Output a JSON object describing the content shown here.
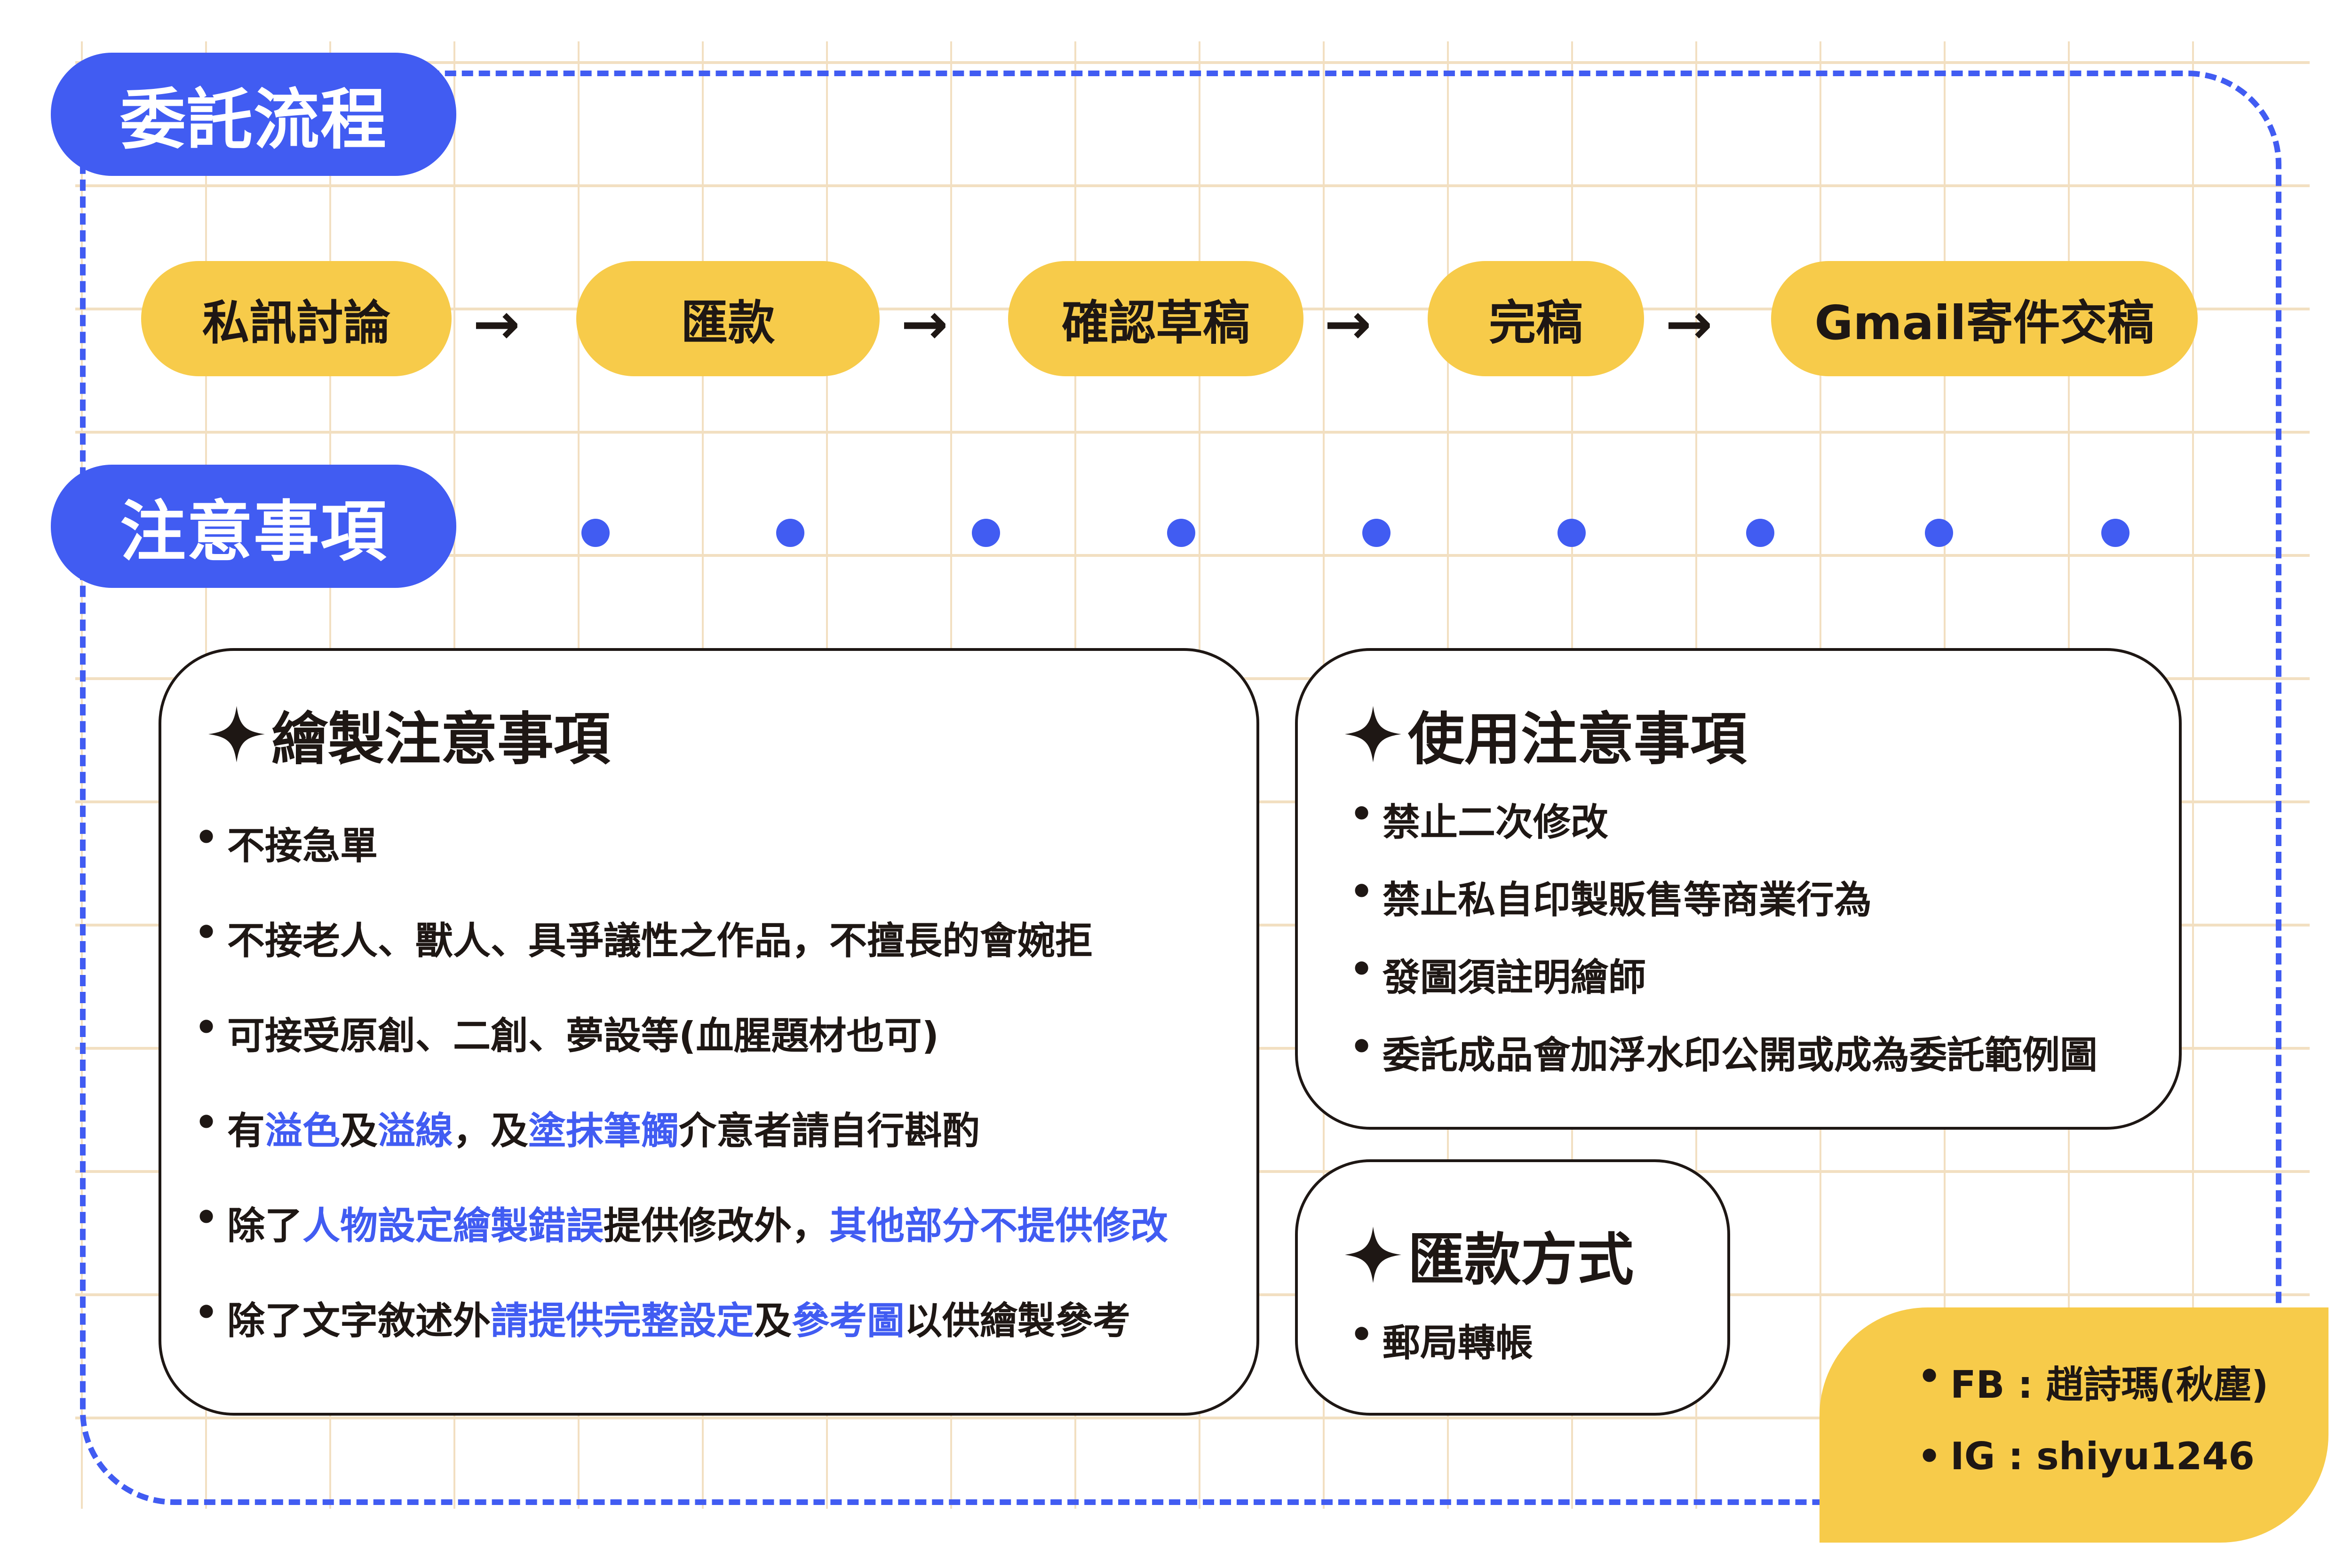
{
  "colors": {
    "accent_blue": "#415cf2",
    "accent_yellow": "#f7cb4a",
    "text_dark": "#1e1714",
    "grid": "#f2dfc1"
  },
  "sections": {
    "process_title": "委託流程",
    "notes_title": "注意事項"
  },
  "process": {
    "steps": [
      "私訊討論",
      "匯款",
      "確認草稿",
      "完稿",
      "Gmail寄件交稿"
    ],
    "arrow": "→"
  },
  "drawing_notes": {
    "icon": "four-point-star-icon",
    "title": "繪製注意事項",
    "items": [
      {
        "parts": [
          {
            "text": "不接急單",
            "hl": false
          }
        ]
      },
      {
        "parts": [
          {
            "text": "不接老人、獸人、具爭議性之作品，不擅長的會婉拒",
            "hl": false
          }
        ]
      },
      {
        "parts": [
          {
            "text": "可接受原創、二創、夢設等(血腥題材也可)",
            "hl": false
          }
        ]
      },
      {
        "parts": [
          {
            "text": "有",
            "hl": false
          },
          {
            "text": "溢色",
            "hl": true
          },
          {
            "text": "及",
            "hl": false
          },
          {
            "text": "溢線",
            "hl": true
          },
          {
            "text": "，及",
            "hl": false
          },
          {
            "text": "塗抹筆觸",
            "hl": true
          },
          {
            "text": "介意者請自行斟酌",
            "hl": false
          }
        ]
      },
      {
        "parts": [
          {
            "text": "除了",
            "hl": false
          },
          {
            "text": "人物設定繪製錯誤",
            "hl": true
          },
          {
            "text": "提供修改外，",
            "hl": false
          },
          {
            "text": "其他部分不提供修改",
            "hl": true
          }
        ]
      },
      {
        "parts": [
          {
            "text": "除了文字敘述外",
            "hl": false
          },
          {
            "text": "請提供完整設定",
            "hl": true
          },
          {
            "text": "及",
            "hl": false
          },
          {
            "text": "參考圖",
            "hl": true
          },
          {
            "text": "以供繪製參考",
            "hl": false
          }
        ]
      }
    ]
  },
  "usage_notes": {
    "icon": "four-point-star-icon",
    "title": "使用注意事項",
    "items": [
      "禁止二次修改",
      "禁止私自印製販售等商業行為",
      "發圖須註明繪師",
      "委託成品會加浮水印公開或成為委託範例圖"
    ]
  },
  "payment": {
    "icon": "four-point-star-icon",
    "title": "匯款方式",
    "items": [
      "郵局轉帳"
    ]
  },
  "contact": {
    "items": [
      "FB : 趙詩瑪(秋塵)",
      "IG : shiyu1246"
    ]
  }
}
